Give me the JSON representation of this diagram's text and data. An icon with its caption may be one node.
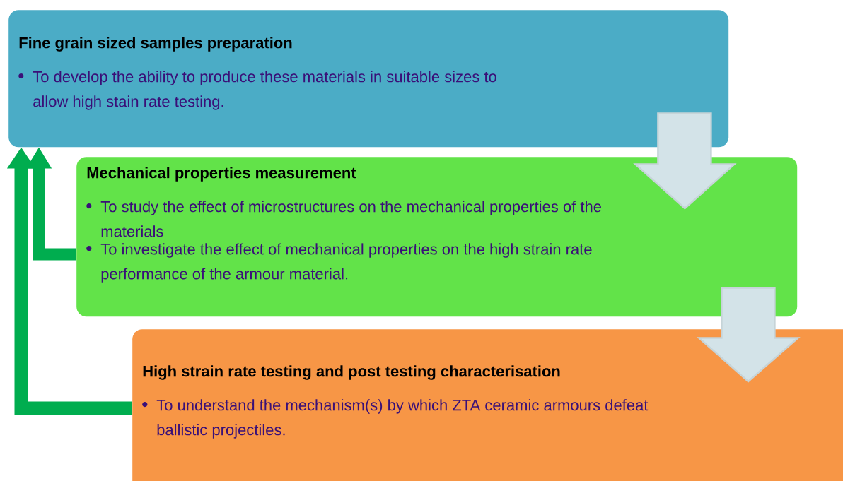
{
  "diagram": {
    "nodes": [
      {
        "text": [
          "Fine grain sized samples preparation",
          "To develop the ability to produce these materials in suitable sizes to allow high stain rate testing."
        ]
      },
      {
        "text": [
          "Mechanical properties measurement",
          "To study the effect of microstructures on the mechanical properties of the materials",
          "To investigate the effect of mechanical properties on the high strain rate performance of the armour material."
        ]
      },
      {
        "text": [
          "High strain rate testing and post testing characterisation",
          "To understand the mechanism(s) by which ZTA ceramic armours defeat ballistic projectiles."
        ]
      }
    ],
    "edges": [
      {
        "from": 0,
        "to": 1,
        "arrow": "to",
        "style": "thick",
        "color": "#d3e3e8"
      },
      {
        "from": 1,
        "to": 2,
        "arrow": "to",
        "style": "thick",
        "color": "#d3e3e8"
      },
      {
        "from": 1,
        "to": 0,
        "arrow": "to",
        "color": "#00ad4f"
      },
      {
        "from": 2,
        "to": 0,
        "arrow": "to",
        "color": "#00ad4f"
      }
    ]
  }
}
